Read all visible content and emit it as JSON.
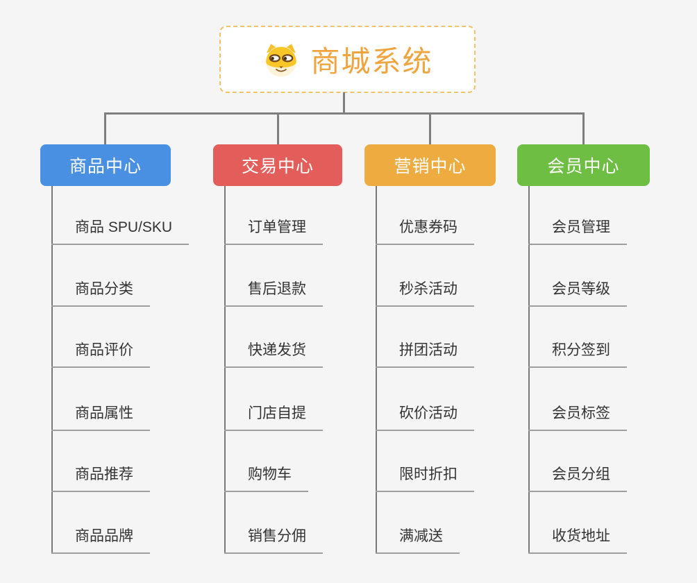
{
  "background_color": "#f5f5f6",
  "connector_color": "#7f7f7f",
  "root_node": {
    "title": "商城系统",
    "icon": "dog-face-icon",
    "text_color": "#f0a43e",
    "border_color": "#f3c169"
  },
  "branches": [
    {
      "label": "商品中心",
      "color": "#4a90e2",
      "items": [
        "商品 SPU/SKU",
        "商品分类",
        "商品评价",
        "商品属性",
        "商品推荐",
        "商品品牌"
      ]
    },
    {
      "label": "交易中心",
      "color": "#e35d5b",
      "items": [
        "订单管理",
        "售后退款",
        "快递发货",
        "门店自提",
        "购物车",
        "销售分佣"
      ]
    },
    {
      "label": "营销中心",
      "color": "#eeac40",
      "items": [
        "优惠券码",
        "秒杀活动",
        "拼团活动",
        "砍价活动",
        "限时折扣",
        "满减送"
      ]
    },
    {
      "label": "会员中心",
      "color": "#6ebe44",
      "items": [
        "会员管理",
        "会员等级",
        "积分签到",
        "会员标签",
        "会员分组",
        "收货地址"
      ]
    }
  ]
}
